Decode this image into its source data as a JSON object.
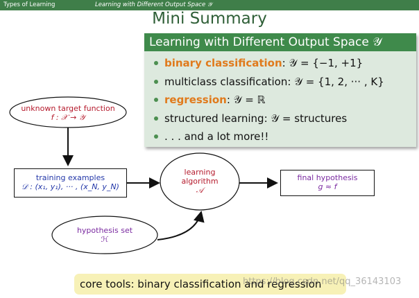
{
  "header": {
    "section": "Types of Learning",
    "topic": "Learning with Different Output Space 𝒴"
  },
  "slide_title": "Mini Summary",
  "summary_block": {
    "title": "Learning with Different Output Space 𝒴",
    "items": [
      {
        "label": "binary classification",
        "rest": ": 𝒴 = {−1, +1}",
        "highlight": true
      },
      {
        "label": "multiclass classification",
        "rest": ": 𝒴 = {1, 2, ··· , K}",
        "highlight": false
      },
      {
        "label": "regression",
        "rest": ": 𝒴 = ℝ",
        "highlight": true
      },
      {
        "label": "structured learning",
        "rest": ": 𝒴 = structures",
        "highlight": false
      },
      {
        "label": ". . . and a lot more!!",
        "rest": "",
        "highlight": false
      }
    ]
  },
  "diagram": {
    "target": {
      "title": "unknown target function",
      "formula": "f : 𝒳 → 𝒴"
    },
    "examples": {
      "title": "training examples",
      "formula": "𝒟 : (x₁, y₁), ··· , (x_N, y_N)"
    },
    "algorithm": {
      "line1": "learning",
      "line2": "algorithm",
      "symbol": "𝒜"
    },
    "hypothesis_set": {
      "title": "hypothesis set",
      "symbol": "ℋ"
    },
    "final": {
      "title": "final hypothesis",
      "formula": "g ≈ f"
    }
  },
  "footer": {
    "text": "core tools: binary classification and regression"
  },
  "watermark": "https://blog.csdn.net/qq_36143103",
  "colors": {
    "header_bg": "#3f7e49",
    "block_bg": "#dde9de",
    "highlight": "#e07a1c",
    "footer_bg": "#f7f1b7"
  }
}
